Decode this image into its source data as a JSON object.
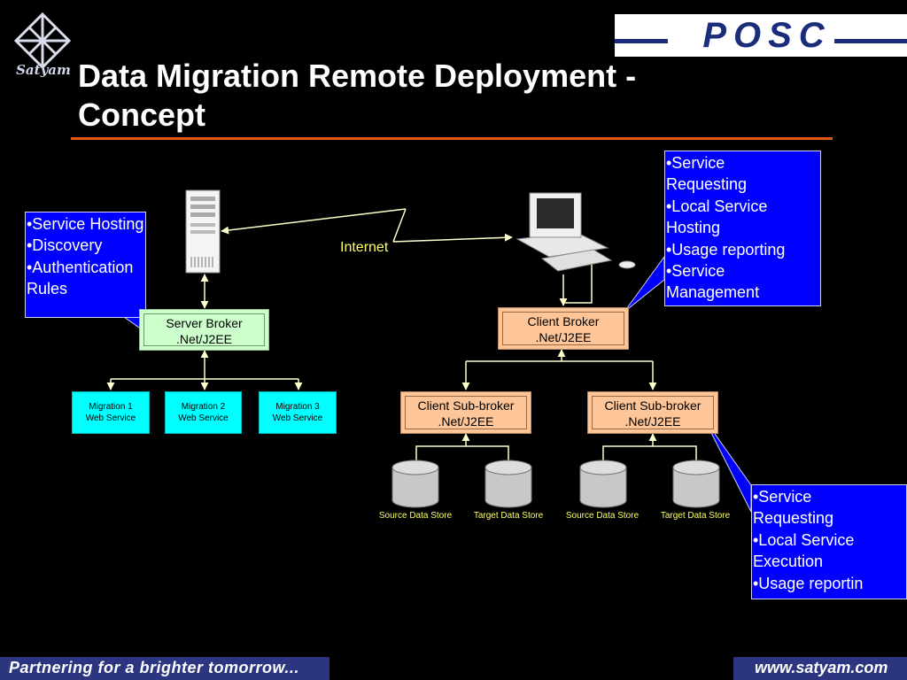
{
  "slide": {
    "title_line1": "Data Migration Remote Deployment",
    "title_dash": "-",
    "title_line2": "Concept"
  },
  "logos": {
    "left_logo_text": "Satyam",
    "right_logo_text": "POSC"
  },
  "callouts": {
    "server": [
      "•Service Hosting",
      "•Discovery",
      "•Authentication",
      "Rules"
    ],
    "client": [
      "•Service",
      "Requesting",
      "•Local Service",
      "Hosting",
      "•Usage reporting",
      "•Service",
      "Management"
    ],
    "subbroker": [
      "•Service",
      "Requesting",
      "•Local Service",
      "Execution",
      "•Usage reportin"
    ]
  },
  "server_broker": {
    "line1": "Server Broker",
    "line2": ".Net/J2EE"
  },
  "client_broker": {
    "line1": "Client Broker",
    "line2": ".Net/J2EE"
  },
  "client_sub_brokers": [
    {
      "line1": "Client Sub-broker",
      "line2": ".Net/J2EE"
    },
    {
      "line1": "Client Sub-broker",
      "line2": ".Net/J2EE"
    }
  ],
  "migration_services": [
    {
      "line1": "Migration 1",
      "line2": "Web Service"
    },
    {
      "line1": "Migration 2",
      "line2": "Web Service"
    },
    {
      "line1": "Migration 3",
      "line2": "Web Service"
    }
  ],
  "data_stores": [
    "Source Data Store",
    "Target Data Store",
    "Source Data Store",
    "Target Data Store"
  ],
  "internet_label": "Internet",
  "footer": {
    "left": "Partnering for a brighter tomorrow...",
    "right": "www.satyam.com"
  },
  "colors": {
    "background": "#000000",
    "title_rule": "#e05a14",
    "callout_blue": "#0000ff",
    "broker_peach": "#fdc598",
    "server_green": "#ccffcc",
    "service_cyan": "#00ffff",
    "connector": "#ffffcc",
    "footer_band": "#2b3580"
  }
}
